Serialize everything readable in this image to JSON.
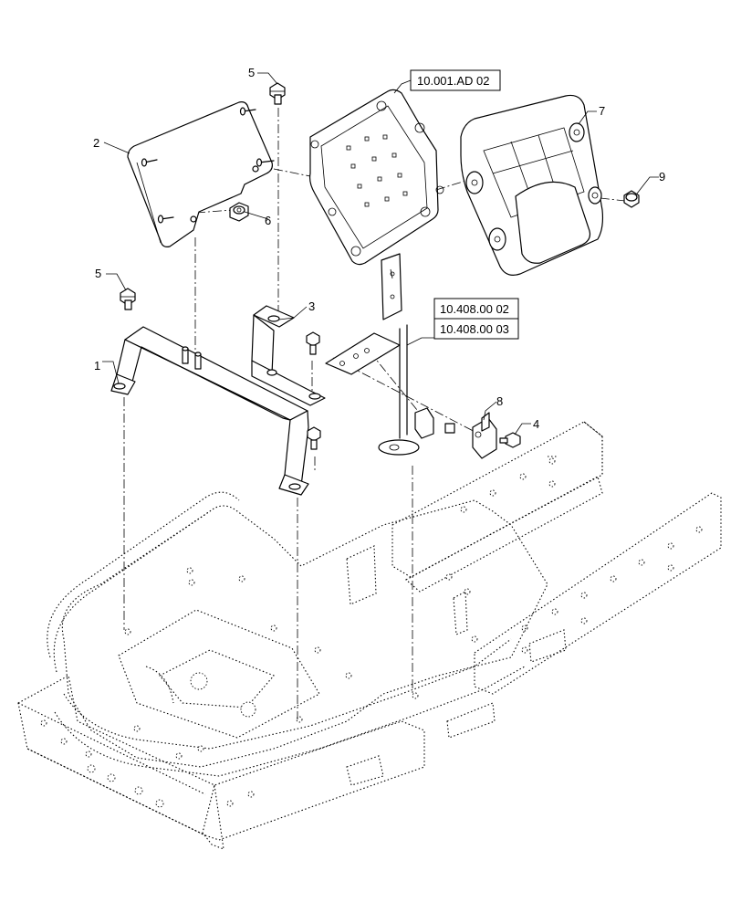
{
  "callouts": {
    "c1": "1",
    "c2": "2",
    "c3": "3",
    "c4": "4",
    "c5a": "5",
    "c5b": "5",
    "c6": "6",
    "c7": "7",
    "c8": "8",
    "c9": "9"
  },
  "references": {
    "ref_ad": "10.001.AD 02",
    "ref_408_02": "10.408.00 02",
    "ref_408_03": "10.408.00 03"
  }
}
